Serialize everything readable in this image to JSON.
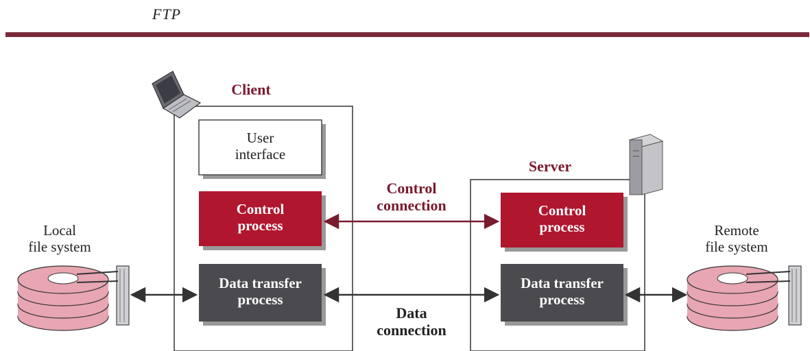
{
  "title": "FTP",
  "client": {
    "label": "Client",
    "user_interface": "User\ninterface",
    "control_process": "Control\nprocess",
    "data_transfer_process": "Data transfer\nprocess"
  },
  "server": {
    "label": "Server",
    "control_process": "Control\nprocess",
    "data_transfer_process": "Data transfer\nprocess"
  },
  "connections": {
    "control": "Control\nconnection",
    "data": "Data\nconnection"
  },
  "file_systems": {
    "local": "Local\nfile system",
    "remote": "Remote\nfile system"
  },
  "colors": {
    "rule": "#7a2a3a",
    "accent_text": "#7a1a2e",
    "control_box": "#b0162e",
    "data_box": "#4a4a4f",
    "disk": "#e7a6b2",
    "shadow": "#9a9a9a"
  },
  "icons": [
    "laptop-icon",
    "server-tower-icon",
    "disk-stack-icon"
  ]
}
